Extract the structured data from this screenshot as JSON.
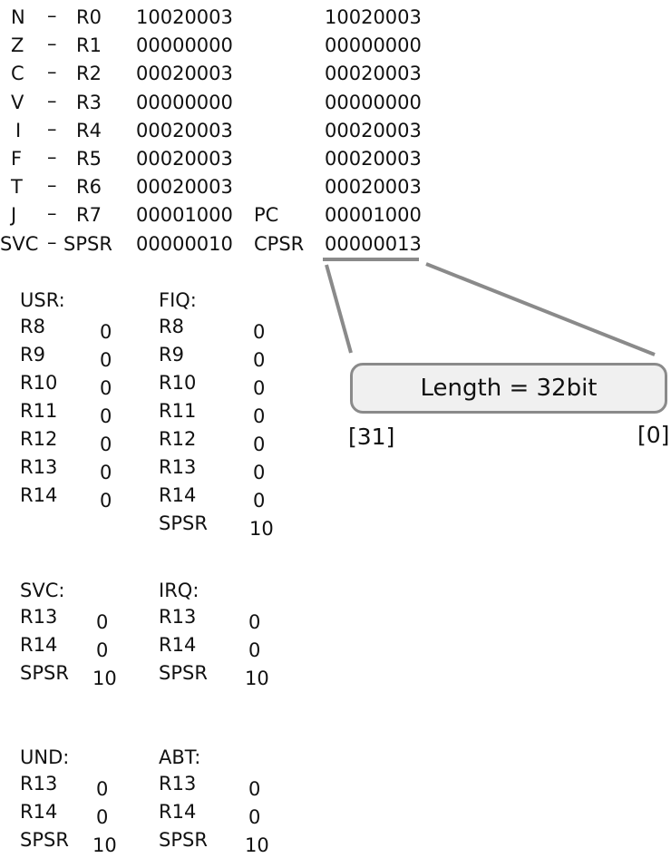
{
  "flags": [
    {
      "flag": "N",
      "dash": "–",
      "reg": "R0",
      "value": "10020003",
      "right_label": "",
      "right_value": "10020003"
    },
    {
      "flag": "Z",
      "dash": "–",
      "reg": "R1",
      "value": "00000000",
      "right_label": "",
      "right_value": "00000000"
    },
    {
      "flag": "C",
      "dash": "–",
      "reg": "R2",
      "value": "00020003",
      "right_label": "",
      "right_value": "00020003"
    },
    {
      "flag": "V",
      "dash": "–",
      "reg": "R3",
      "value": "00000000",
      "right_label": "",
      "right_value": "00000000"
    },
    {
      "flag": "I",
      "dash": "–",
      "reg": "R4",
      "value": "00020003",
      "right_label": "",
      "right_value": "00020003"
    },
    {
      "flag": "F",
      "dash": "–",
      "reg": "R5",
      "value": "00020003",
      "right_label": "",
      "right_value": "00020003"
    },
    {
      "flag": "T",
      "dash": "–",
      "reg": "R6",
      "value": "00020003",
      "right_label": "",
      "right_value": "00020003"
    },
    {
      "flag": "J",
      "dash": "–",
      "reg": "R7",
      "value": "00001000",
      "right_label": "PC",
      "right_value": "00001000"
    },
    {
      "flag": "SVC",
      "dash": "–",
      "reg": "SPSR",
      "value": "00000010",
      "right_label": "CPSR",
      "right_value": "00000013"
    }
  ],
  "banks": {
    "usr": {
      "title": "USR:",
      "rows": [
        {
          "reg": "R8",
          "val": "0"
        },
        {
          "reg": "R9",
          "val": "0"
        },
        {
          "reg": "R10",
          "val": "0"
        },
        {
          "reg": "R11",
          "val": "0"
        },
        {
          "reg": "R12",
          "val": "0"
        },
        {
          "reg": "R13",
          "val": "0"
        },
        {
          "reg": "R14",
          "val": "0"
        }
      ]
    },
    "fiq": {
      "title": "FIQ:",
      "rows": [
        {
          "reg": "R8",
          "val": "0"
        },
        {
          "reg": "R9",
          "val": "0"
        },
        {
          "reg": "R10",
          "val": "0"
        },
        {
          "reg": "R11",
          "val": "0"
        },
        {
          "reg": "R12",
          "val": "0"
        },
        {
          "reg": "R13",
          "val": "0"
        },
        {
          "reg": "R14",
          "val": "0"
        },
        {
          "reg": "SPSR",
          "val": "10"
        }
      ]
    },
    "svc": {
      "title": "SVC:",
      "rows": [
        {
          "reg": "R13",
          "val": "0"
        },
        {
          "reg": "R14",
          "val": "0"
        },
        {
          "reg": "SPSR",
          "val": "10"
        }
      ]
    },
    "irq": {
      "title": "IRQ:",
      "rows": [
        {
          "reg": "R13",
          "val": "0"
        },
        {
          "reg": "R14",
          "val": "0"
        },
        {
          "reg": "SPSR",
          "val": "10"
        }
      ]
    },
    "und": {
      "title": "UND:",
      "rows": [
        {
          "reg": "R13",
          "val": "0"
        },
        {
          "reg": "R14",
          "val": "0"
        },
        {
          "reg": "SPSR",
          "val": "10"
        }
      ]
    },
    "abt": {
      "title": "ABT:",
      "rows": [
        {
          "reg": "R13",
          "val": "0"
        },
        {
          "reg": "R14",
          "val": "0"
        },
        {
          "reg": "SPSR",
          "val": "10"
        }
      ]
    }
  },
  "callout": {
    "label": "Length = 32bit",
    "msb": "[31]",
    "lsb": "[0]",
    "line_color": "#8a8a8a",
    "box_fill": "#f0f0f0"
  }
}
